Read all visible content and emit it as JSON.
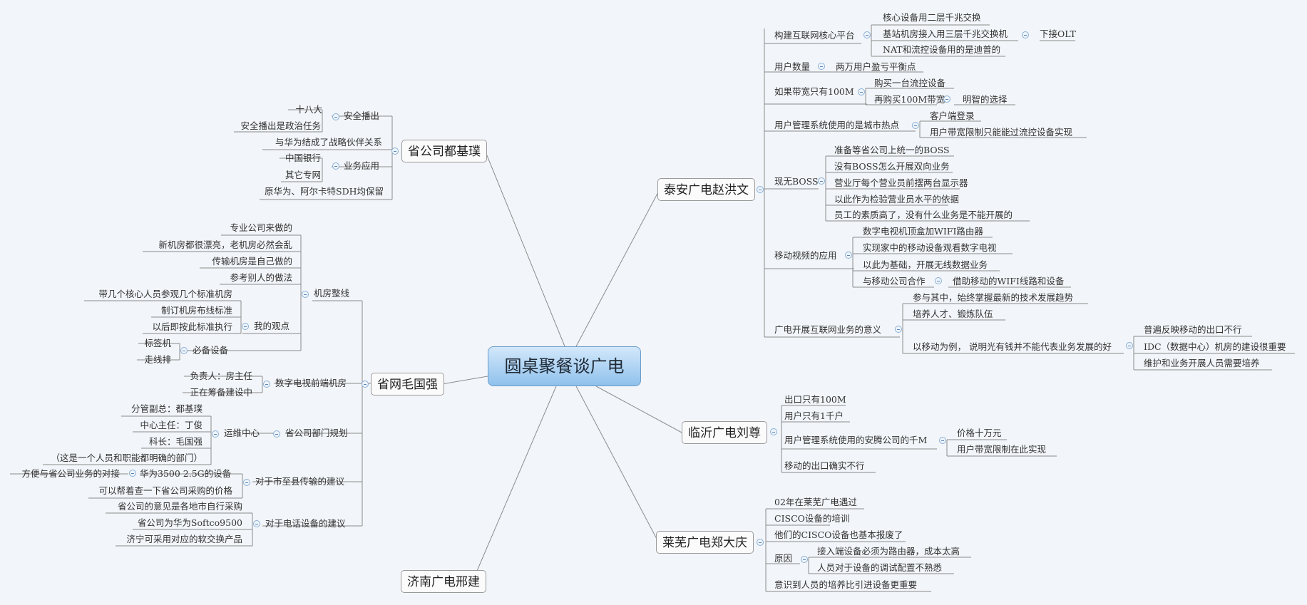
{
  "root": {
    "label": "圆桌聚餐谈广电"
  },
  "branches": {
    "taian": {
      "label": "泰安广电赵洪文",
      "n1": {
        "label": "构建互联网核心平台",
        "c1": "核心设备用二层千兆交换",
        "c2": "基站机房接入用三层千兆交换机",
        "c2a": "下接OLT",
        "c3": "NAT和流控设备用的是迪普的"
      },
      "n2": {
        "label": "用户数量",
        "c1": "两万用户盈亏平衡点"
      },
      "n3": {
        "label": "如果带宽只有100M",
        "c1": "购买一台流控设备",
        "c2": "再购买100M带宽",
        "c2a": "明智的选择"
      },
      "n4": {
        "label": "用户管理系统使用的是城市热点",
        "c1": "客户端登录",
        "c2": "用户带宽限制只能能过流控设备实现"
      },
      "n5": {
        "label": "现无BOSS",
        "c1": "准备等省公司上统一的BOSS",
        "c2": "没有BOSS怎么开展双向业务",
        "c3": "营业厅每个营业员前摆两台显示器",
        "c4": "以此作为检验营业员水平的依据",
        "c5": "员工的素质高了，没有什么业务是不能开展的"
      },
      "n6": {
        "label": "移动视频的应用",
        "c1": "数字电视机顶盒加WIFI路由器",
        "c2": "实现家中的移动设备观看数字电视",
        "c3": "以此为基础，开展无线数据业务",
        "c4": "与移动公司合作",
        "c4a": "借助移动的WIFI线路和设备"
      },
      "n7": {
        "label": "广电开展互联网业务的意义",
        "c1": "参与其中，始终掌握最新的技术发展趋势",
        "c2": "培养人才、锻炼队伍",
        "c3": "以移动为例， 说明光有钱并不能代表业务发展的好",
        "c3a": "普遍反映移动的出口不行",
        "c3b": "IDC（数据中心）机房的建设很重要",
        "c3c": "维护和业务开展人员需要培养"
      }
    },
    "linyi": {
      "label": "临沂广电刘尊",
      "c1": "出口只有100M",
      "c2": "用户只有1千户",
      "c3": "用户管理系统使用的安腾公司的千M",
      "c3a": "价格十万元",
      "c3b": "用户带宽限制在此实现",
      "c4": "移动的出口确实不行"
    },
    "laiwu": {
      "label": "莱芜广电郑大庆",
      "c1": "02年在莱芜广电遇过",
      "c2": "CISCO设备的培训",
      "c3": "他们的CISCO设备也基本报废了",
      "c4": "原因",
      "c4a": "接入端设备必须为路由器，成本太高",
      "c4b": "人员对于设备的调试配置不熟悉",
      "c5": "意识到人员的培养比引进设备更重要"
    },
    "jinan": {
      "label": "济南广电邢建"
    },
    "sheng": {
      "label": "省公司都基璞",
      "a": {
        "label": "安全播出",
        "c1": "十八大",
        "c2": "安全播出是政治任务"
      },
      "b": "与华为结成了战略伙伴关系",
      "c": {
        "label": "业务应用",
        "c1": "中国银行",
        "c2": "其它专网"
      },
      "d": "原华为、阿尔卡特SDH均保留"
    },
    "maoguo": {
      "label": "省网毛国强",
      "jf": {
        "label": "机房整线",
        "c1": "专业公司来做的",
        "c2": "新机房都很漂亮，老机房必然会乱",
        "c3": "传输机房是自己做的",
        "c4": "参考别人的做法",
        "view": {
          "label": "我的观点",
          "c1": "带几个核心人员参观几个标准机房",
          "c2": "制订机房布线标准",
          "c3": "以后即按此标准执行"
        },
        "eq": {
          "label": "必备设备",
          "c1": "标签机",
          "c2": "走线排"
        }
      },
      "tv": {
        "label": "数字电视前端机房",
        "c1": "负责人：房主任",
        "c2": "正在筹备建设中"
      },
      "plan": {
        "label": "省公司部门规划",
        "ops": {
          "label": "运维中心",
          "c1": "分管副总：都基璞",
          "c2": "中心主任：丁俊",
          "c3": "科长：毛国强",
          "c4": "（这是一个人员和职能都明确的部门）"
        }
      },
      "trans": {
        "label": "对于市至县传输的建议",
        "c1": "华为3500 2.5G的设备",
        "c1a": "方便与省公司业务的对接",
        "c2": "可以帮着查一下省公司采购的价格"
      },
      "phone": {
        "label": "对于电话设备的建议",
        "c1": "省公司的意见是各地市自行采购",
        "c2": "省公司为华为Softco9500",
        "c3": "济宁可采用对应的软交换产品"
      }
    }
  }
}
